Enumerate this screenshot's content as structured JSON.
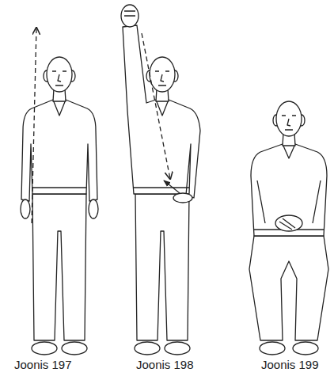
{
  "diagram": {
    "labels": [
      "Joonis 197",
      "Joonis 198",
      "Joonis 199"
    ]
  }
}
